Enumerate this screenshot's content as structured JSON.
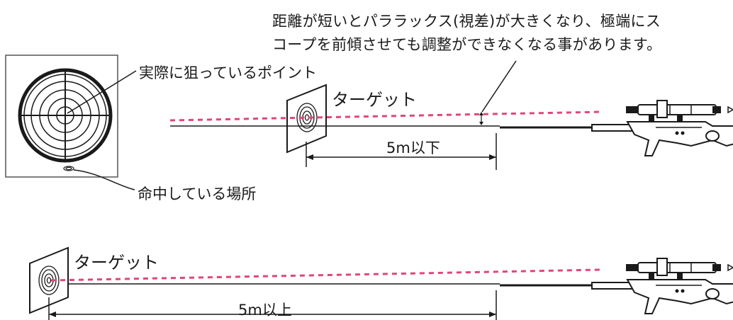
{
  "notes": {
    "parallax_line1": "距離が短いとパララックス(視差)が大きくなり、極端にス",
    "parallax_line2": "コープを前傾させても調整ができなくなる事があります。"
  },
  "inset": {
    "aim_point_label": "実際に狙っているポイント",
    "impact_label": "命中している場所"
  },
  "scene_near": {
    "target_label": "ターゲット",
    "distance_label": "5m以下"
  },
  "scene_far": {
    "target_label": "ターゲット",
    "distance_label": "5m以上"
  },
  "colors": {
    "sight_line": "#e0457b",
    "ink": "#1a1a1a"
  }
}
